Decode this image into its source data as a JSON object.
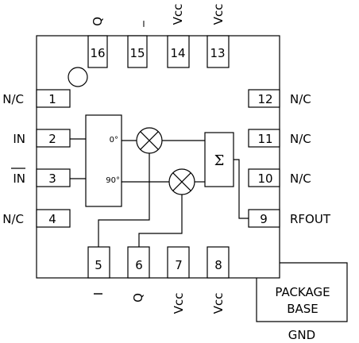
{
  "pins": {
    "left": [
      {
        "num": "1",
        "name": "N/C"
      },
      {
        "num": "2",
        "name": "IN"
      },
      {
        "num": "3",
        "name": "IN"
      },
      {
        "num": "4",
        "name": "N/C"
      }
    ],
    "right": [
      {
        "num": "12",
        "name": "N/C"
      },
      {
        "num": "11",
        "name": "N/C"
      },
      {
        "num": "10",
        "name": "N/C"
      },
      {
        "num": "9",
        "name": "RFOUT"
      }
    ],
    "top": [
      {
        "num": "16",
        "name": "Q"
      },
      {
        "num": "15",
        "name": "_"
      },
      {
        "num": "14",
        "name": "Vcc"
      },
      {
        "num": "13",
        "name": "Vcc"
      }
    ],
    "bottom": [
      {
        "num": "5",
        "name": "I"
      },
      {
        "num": "6",
        "name": "Q"
      },
      {
        "num": "7",
        "name": "Vcc"
      },
      {
        "num": "8",
        "name": "Vcc"
      }
    ]
  },
  "phase_splitter": {
    "label_0": "0°",
    "label_90": "90°"
  },
  "summer": {
    "symbol": "Σ"
  },
  "package_base": {
    "line1": "PACKAGE",
    "line2": "BASE",
    "gnd": "GND"
  }
}
